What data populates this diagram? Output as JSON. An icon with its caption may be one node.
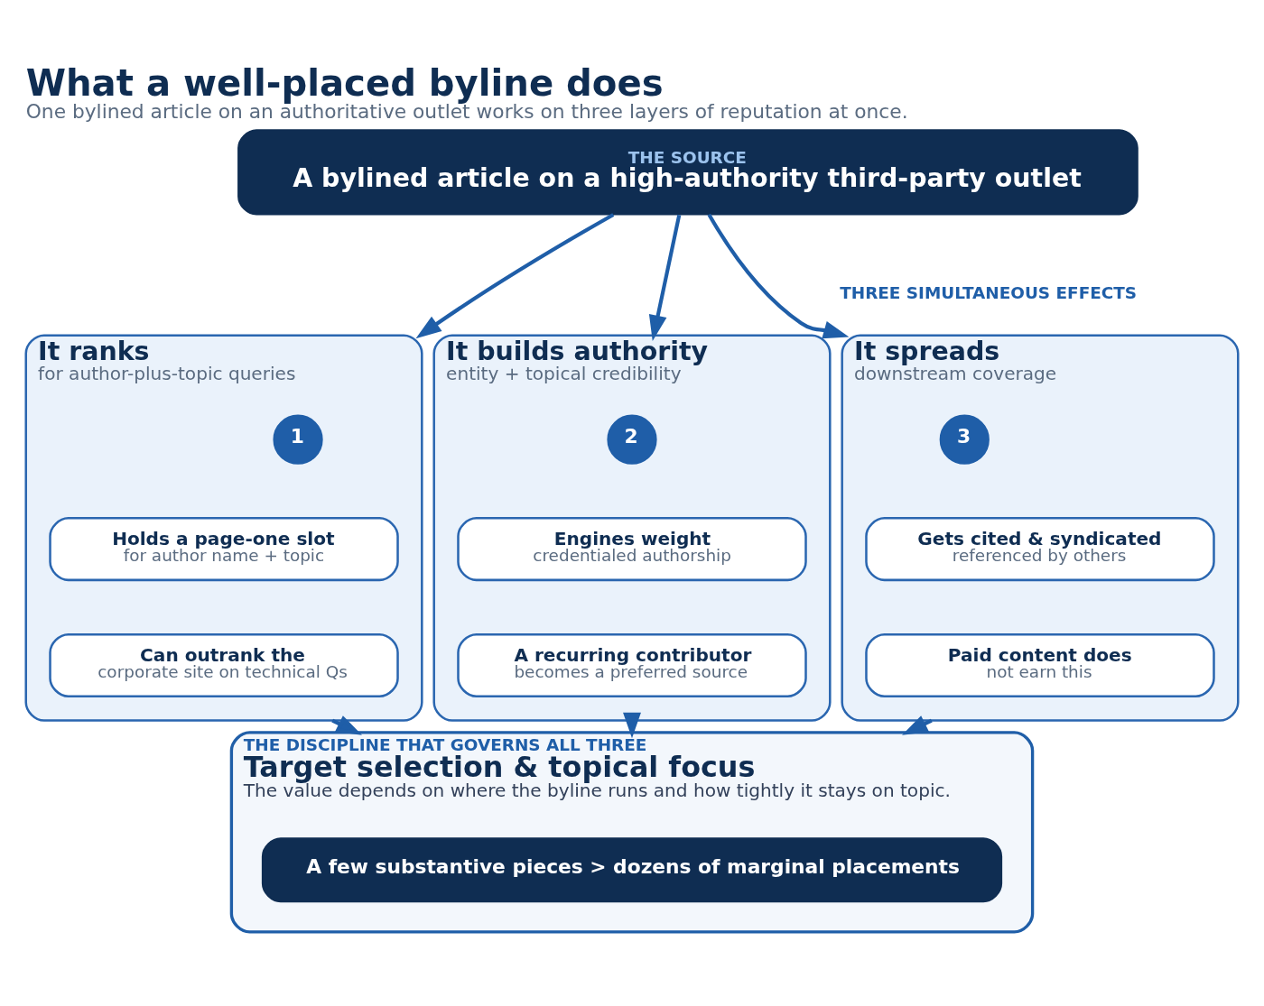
{
  "diagram": {
    "title": "What a well-placed byline does",
    "caption": "One bylined article on an authoritative outlet works on three layers of reputation at once.",
    "nodes": [
      {
        "text": [
          "THE SOURCE",
          "A bylined article on a high-authority third-party outlet"
        ]
      },
      {
        "text": [
          "It ranks",
          "for author-plus-topic queries"
        ]
      },
      {
        "text": [
          "1"
        ],
        "in": 1
      },
      {
        "text": [
          "Holds a page-one slot",
          "for author name + topic"
        ],
        "in": 1
      },
      {
        "text": [
          "Can outrank the",
          "corporate site on technical Qs"
        ],
        "in": 1
      },
      {
        "text": [
          "It builds authority",
          "entity + topical credibility"
        ]
      },
      {
        "text": [
          "2"
        ],
        "in": 5
      },
      {
        "text": [
          "Engines weight",
          "credentialed authorship"
        ],
        "in": 5
      },
      {
        "text": [
          "A recurring contributor",
          "becomes a preferred source"
        ],
        "in": 5
      },
      {
        "text": [
          "It spreads",
          "downstream coverage"
        ]
      },
      {
        "text": [
          "3"
        ],
        "in": 9
      },
      {
        "text": [
          "Gets cited & syndicated",
          "referenced by others"
        ],
        "in": 9
      },
      {
        "text": [
          "Paid content does",
          "not earn this"
        ],
        "in": 9
      },
      {
        "text": [
          "THE DISCIPLINE THAT GOVERNS ALL THREE",
          "Target selection & topical focus",
          "The value depends on where the byline runs and how tightly it stays on topic."
        ]
      },
      {
        "text": [
          "A few substantive pieces > dozens of marginal placements"
        ],
        "in": 13
      }
    ],
    "edges": [
      {
        "from": 0,
        "to": 1,
        "arrow": "to"
      },
      {
        "from": 0,
        "to": 5,
        "arrow": "to"
      },
      {
        "from": 0,
        "to": 9,
        "arrow": "to"
      },
      {
        "from": 1,
        "to": 13,
        "arrow": "to"
      },
      {
        "from": 5,
        "to": 13,
        "arrow": "to"
      },
      {
        "from": 9,
        "to": 13,
        "arrow": "to"
      }
    ],
    "labels": [
      "THREE SIMULTANEOUS EFFECTS"
    ]
  }
}
